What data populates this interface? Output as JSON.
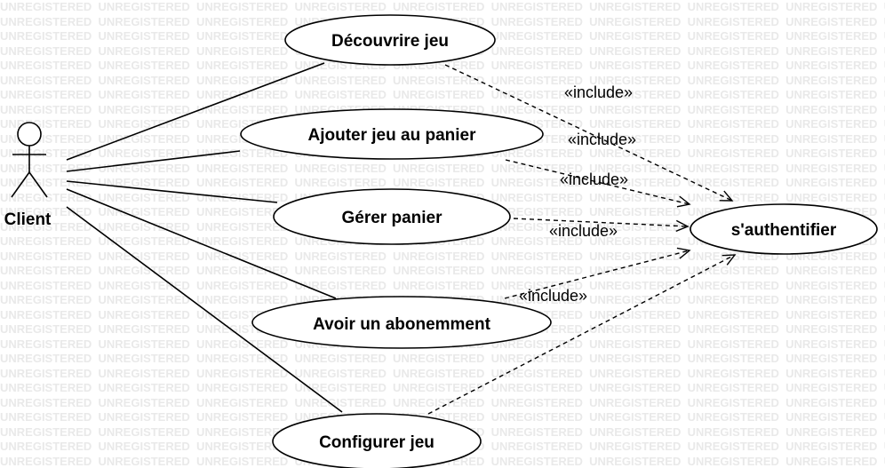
{
  "watermark_text": "UNREGISTERED",
  "actor": {
    "name": "Client"
  },
  "use_cases": {
    "decouvrir": "Découvrire jeu",
    "ajouter": "Ajouter jeu au panier",
    "gerer": "Gérer panier",
    "abonnement": "Avoir un abonemment",
    "configurer": "Configurer jeu",
    "authentifier": "s'authentifier"
  },
  "include_labels": [
    "«include»",
    "«include»",
    "«include»",
    "«include»",
    "«include»"
  ]
}
